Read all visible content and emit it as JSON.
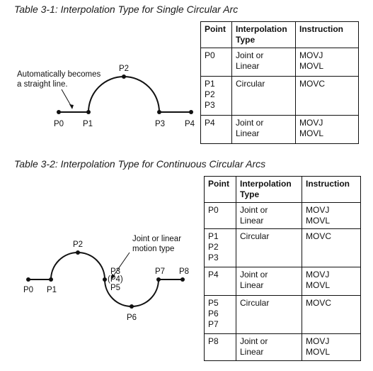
{
  "table1": {
    "caption": "Table 3-1: Interpolation Type for Single Circular Arc",
    "headers": [
      "Point",
      "Interpolation\nType",
      "Instruction"
    ],
    "rows": [
      [
        "P0",
        "Joint or\nLinear",
        "MOVJ\nMOVL"
      ],
      [
        "P1\nP2\nP3",
        "Circular",
        "MOVC"
      ],
      [
        "P4",
        "Joint or\nLinear",
        "MOVJ\nMOVL"
      ]
    ]
  },
  "table2": {
    "caption": "Table 3-2: Interpolation Type for Continuous Circular Arcs",
    "headers": [
      "Point",
      "Interpolation\nType",
      "Instruction"
    ],
    "rows": [
      [
        "P0",
        "Joint or\nLinear",
        "MOVJ\nMOVL"
      ],
      [
        "P1\nP2\nP3",
        "Circular",
        "MOVC"
      ],
      [
        "P4",
        "Joint or\nLinear",
        "MOVJ\nMOVL"
      ],
      [
        "P5\nP6\nP7",
        "Circular",
        "MOVC"
      ],
      [
        "P8",
        "Joint or\nLinear",
        "MOVJ\nMOVL"
      ]
    ]
  },
  "diagram1": {
    "annotation_line1": "Automatically becomes",
    "annotation_line2": "a straight line.",
    "labels": {
      "p0": "P0",
      "p1": "P1",
      "p2": "P2",
      "p3": "P3",
      "p4": "P4"
    }
  },
  "diagram2": {
    "annotation_line1": "Joint or linear",
    "annotation_line2": "motion type",
    "labels": {
      "p0": "P0",
      "p1": "P1",
      "p2": "P2",
      "p3": "P3",
      "p4": "(P4)",
      "p5": "P5",
      "p6": "P6",
      "p7": "P7",
      "p8": "P8"
    }
  }
}
